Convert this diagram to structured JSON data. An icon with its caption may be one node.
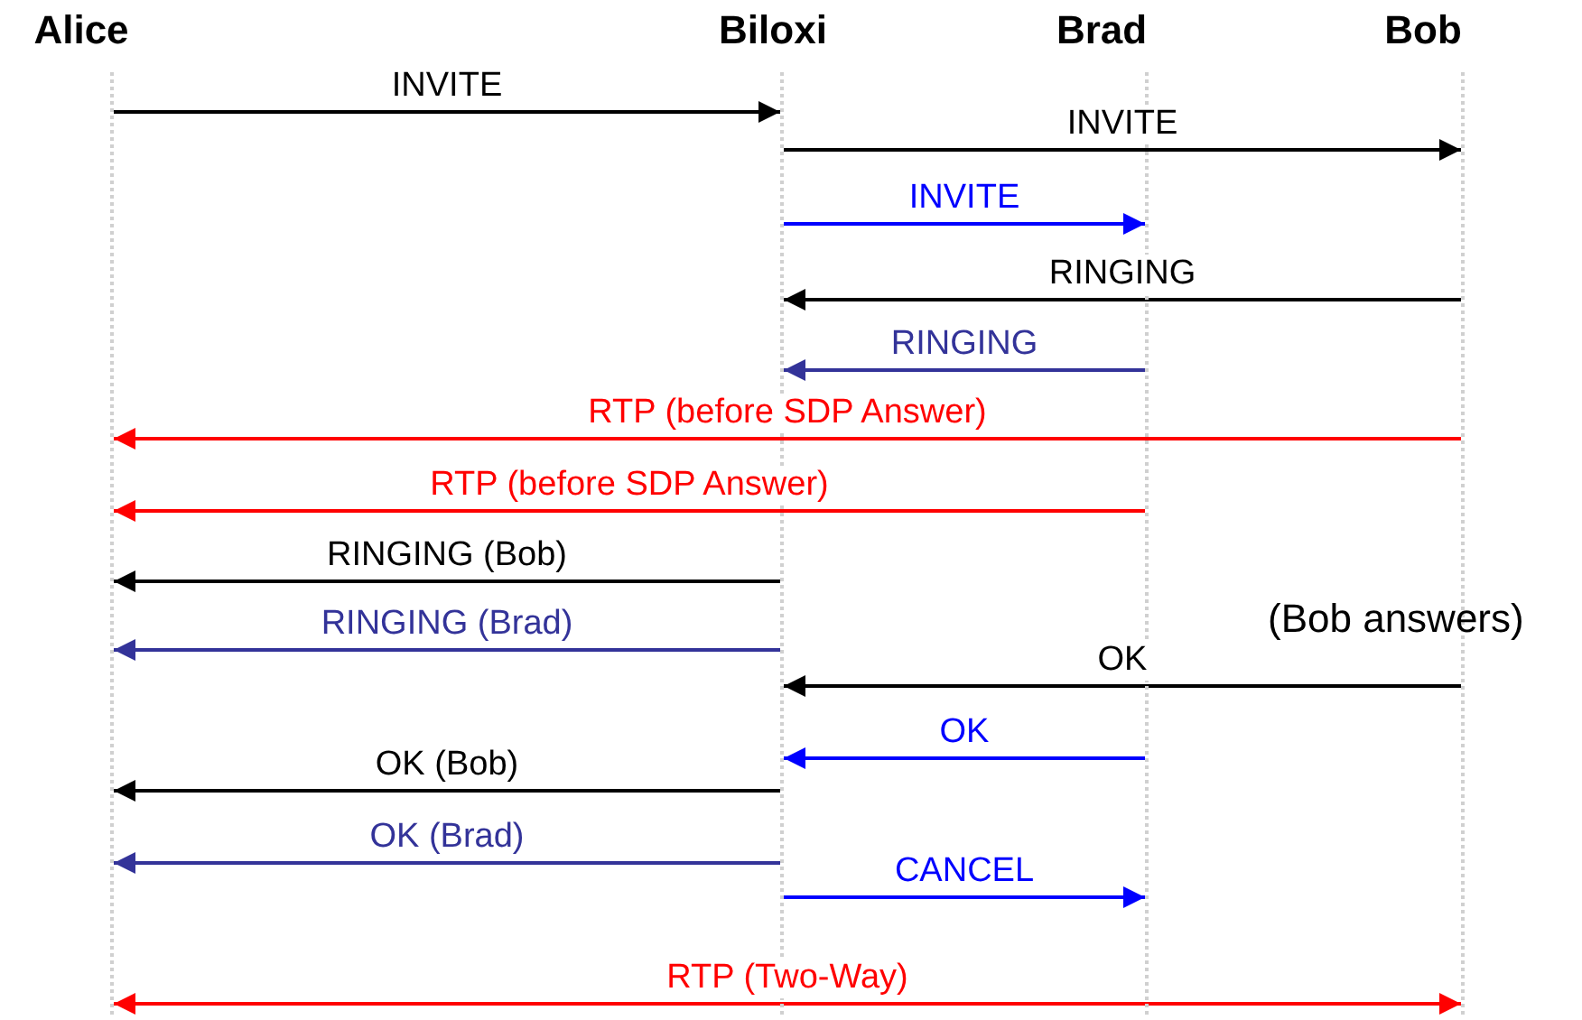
{
  "diagram": {
    "nodes": [
      {
        "text": [
          "Alice"
        ]
      },
      {
        "text": [
          "Biloxi"
        ]
      },
      {
        "text": [
          "Brad"
        ]
      },
      {
        "text": [
          "Bob"
        ]
      }
    ],
    "edges": [
      {
        "from": 0,
        "to": 1,
        "arrow": "to",
        "label": "INVITE"
      },
      {
        "from": 1,
        "to": 3,
        "arrow": "to",
        "label": "INVITE"
      },
      {
        "from": 1,
        "to": 2,
        "arrow": "to",
        "label": "INVITE",
        "color": "#0000ff"
      },
      {
        "from": 3,
        "to": 1,
        "arrow": "to",
        "label": "RINGING"
      },
      {
        "from": 2,
        "to": 1,
        "arrow": "to",
        "label": "RINGING",
        "color": "#333399"
      },
      {
        "from": 3,
        "to": 0,
        "arrow": "to",
        "label": "RTP (before SDP Answer)",
        "color": "#ff0000"
      },
      {
        "from": 2,
        "to": 0,
        "arrow": "to",
        "label": "RTP (before SDP Answer)",
        "color": "#ff0000"
      },
      {
        "from": 1,
        "to": 0,
        "arrow": "to",
        "label": "RINGING (Bob)"
      },
      {
        "from": 1,
        "to": 0,
        "arrow": "to",
        "label": "RINGING (Brad)",
        "color": "#333399"
      },
      {
        "from": 3,
        "to": 1,
        "arrow": "to",
        "label": "OK"
      },
      {
        "from": 2,
        "to": 1,
        "arrow": "to",
        "label": "OK",
        "color": "#0000ff"
      },
      {
        "from": 1,
        "to": 0,
        "arrow": "to",
        "label": "OK (Bob)"
      },
      {
        "from": 1,
        "to": 0,
        "arrow": "to",
        "label": "OK (Brad)",
        "color": "#333399"
      },
      {
        "from": 1,
        "to": 2,
        "arrow": "to",
        "label": "CANCEL",
        "color": "#0000ff"
      },
      {
        "from": 0,
        "to": 3,
        "arrow": "both",
        "label": "RTP (Two-Way)",
        "color": "#ff0000"
      }
    ],
    "labels": [
      "(Bob answers)"
    ]
  }
}
